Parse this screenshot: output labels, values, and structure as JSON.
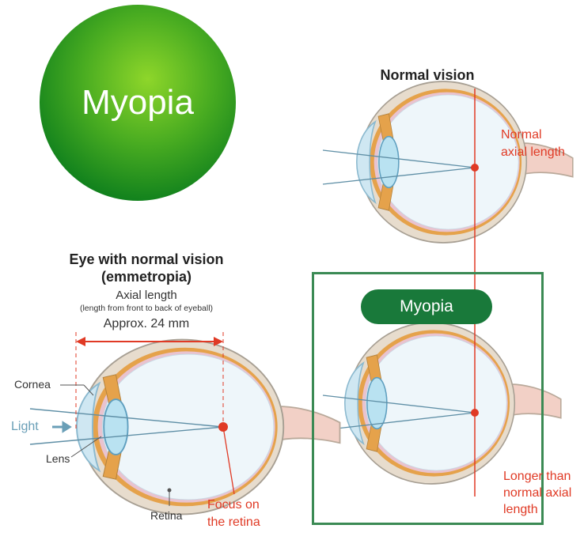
{
  "title_circle": {
    "text": "Myopia"
  },
  "normal_vision": {
    "title": "Normal vision",
    "label_line1": "Normal",
    "label_line2": "axial length"
  },
  "left_diagram": {
    "title_line1": "Eye with normal vision",
    "title_line2": "(emmetropia)",
    "axial_title": "Axial length",
    "axial_desc": "(length from front to back of eyeball)",
    "approx": "Approx. 24 mm",
    "cornea": "Cornea",
    "light": "Light",
    "lens": "Lens",
    "retina": "Retina",
    "focus_line1": "Focus on",
    "focus_line2": "the retina"
  },
  "myopia_panel": {
    "pill": "Myopia",
    "longer_line1": "Longer than",
    "longer_line2": "normal axial",
    "longer_line3": "length"
  },
  "colors": {
    "red": "#e03a25",
    "green_dark": "#19793a",
    "light_blue": "#6a9fb7"
  }
}
